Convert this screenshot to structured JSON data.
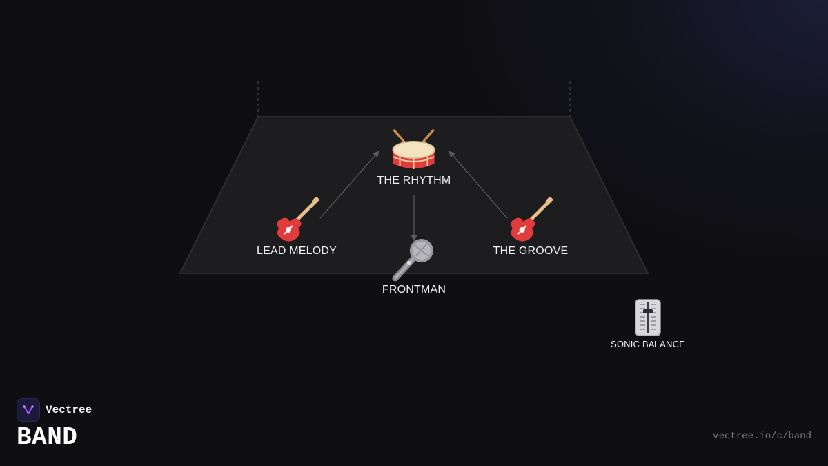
{
  "brand": {
    "name": "Vectree",
    "logo_icon": "vectree-logo-icon",
    "accent_color": "#a855f7"
  },
  "page": {
    "title": "BAND",
    "url": "vectree.io/c/band"
  },
  "colors": {
    "background": "#0f0f13",
    "stage_fill": "#1d1d1f",
    "stage_edge": "#2e2e32",
    "arrow": "#5a5a60"
  },
  "diagram": {
    "nodes": [
      {
        "id": "rhythm",
        "label": "THE RHYTHM",
        "icon": "drum-icon"
      },
      {
        "id": "lead",
        "label": "LEAD MELODY",
        "icon": "electric-guitar-icon"
      },
      {
        "id": "frontman",
        "label": "FRONTMAN",
        "icon": "microphone-icon"
      },
      {
        "id": "groove",
        "label": "THE GROOVE",
        "icon": "electric-guitar-icon"
      },
      {
        "id": "balance",
        "label": "SONIC BALANCE",
        "icon": "level-slider-icon"
      }
    ],
    "edges": [
      {
        "from": "lead",
        "to": "rhythm"
      },
      {
        "from": "groove",
        "to": "rhythm"
      },
      {
        "from": "rhythm",
        "to": "frontman"
      }
    ]
  }
}
